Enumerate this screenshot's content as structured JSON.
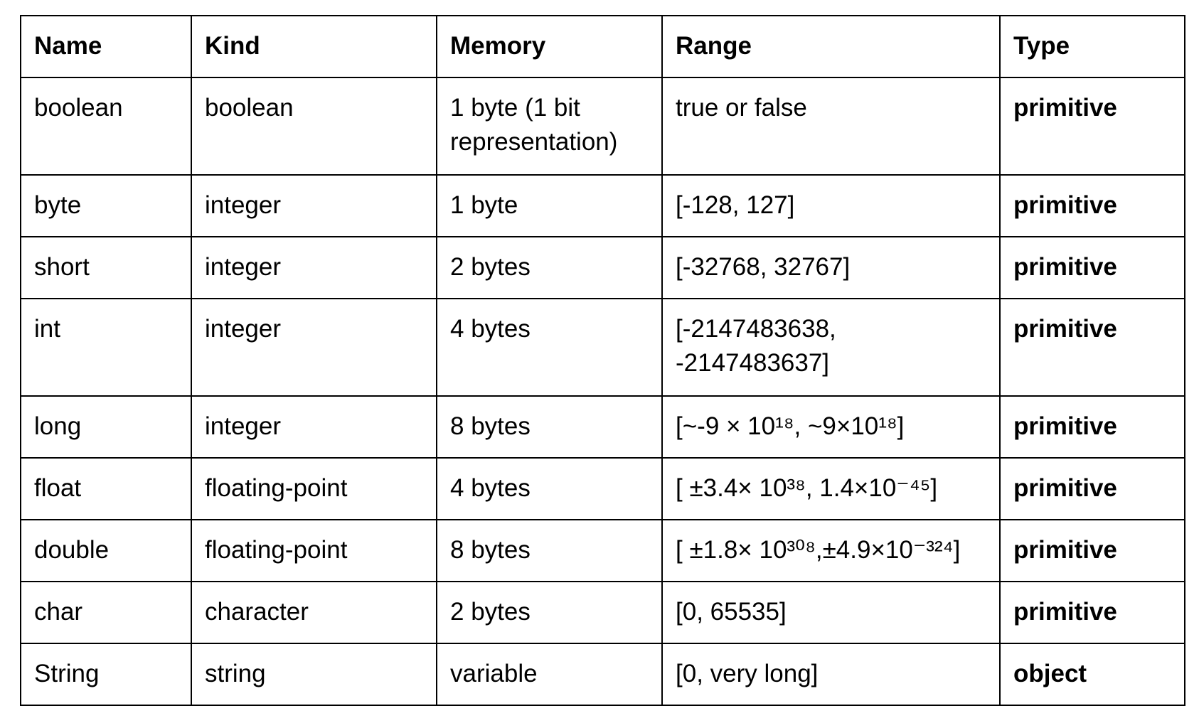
{
  "table": {
    "headers": {
      "name": "Name",
      "kind": "Kind",
      "memory": "Memory",
      "range": "Range",
      "type": "Type"
    },
    "rows": [
      {
        "name": "boolean",
        "kind": "boolean",
        "memory": "1 byte (1 bit representation)",
        "range": "true or false",
        "type": "primitive"
      },
      {
        "name": "byte",
        "kind": "integer",
        "memory": "1 byte",
        "range": "[-128, 127]",
        "type": "primitive"
      },
      {
        "name": "short",
        "kind": "integer",
        "memory": "2 bytes",
        "range": "[-32768, 32767]",
        "type": "primitive"
      },
      {
        "name": "int",
        "kind": "integer",
        "memory": "4 bytes",
        "range": "[-2147483638, -2147483637]",
        "type": "primitive"
      },
      {
        "name": "long",
        "kind": "integer",
        "memory": "8 bytes",
        "range": "[~-9 × 10¹⁸, ~9×10¹⁸]",
        "type": "primitive"
      },
      {
        "name": "float",
        "kind": "floating-point",
        "memory": "4 bytes",
        "range": "[ ±3.4× 10³⁸, 1.4×10⁻⁴⁵]",
        "type": "primitive"
      },
      {
        "name": "double",
        "kind": "floating-point",
        "memory": "8 bytes",
        "range": "[ ±1.8× 10³⁰⁸,±4.9×10⁻³²⁴]",
        "type": "primitive"
      },
      {
        "name": "char",
        "kind": "character",
        "memory": "2 bytes",
        "range": "[0, 65535]",
        "type": "primitive"
      },
      {
        "name": "String",
        "kind": "string",
        "memory": "variable",
        "range": "[0, very long]",
        "type": "object"
      }
    ]
  }
}
